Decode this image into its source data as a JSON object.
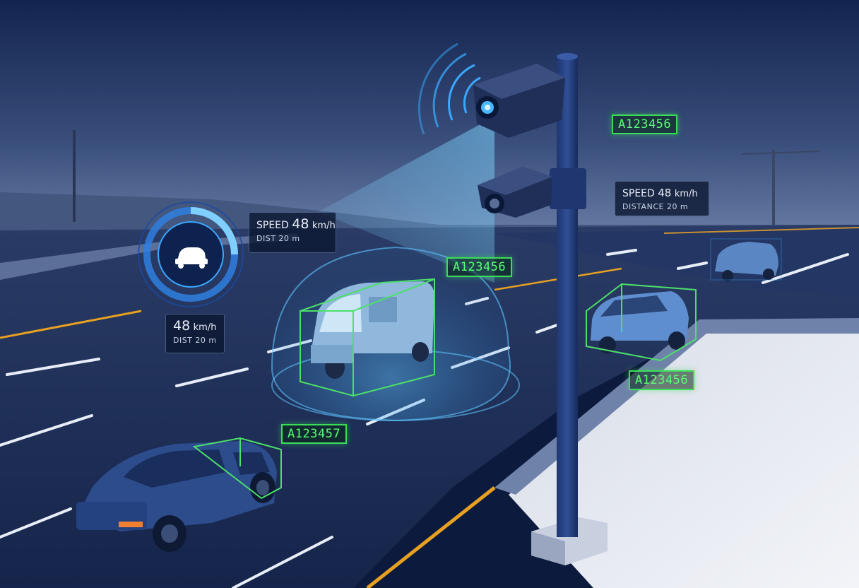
{
  "hud": {
    "left_panel": {
      "speed_label": "SPEED",
      "speed_value": "48",
      "speed_unit": "km/h",
      "dist_text": "DIST 20 m"
    },
    "left_small_panel": {
      "speed_value": "48",
      "speed_unit": "km/h",
      "dist_text": "DIST 20 m"
    },
    "right_panel": {
      "speed_label": "SPEED",
      "speed_value": "48",
      "speed_unit": "km/h",
      "distance_text": "DISTANCE 20 m"
    }
  },
  "plates": {
    "van": "A123456",
    "pole_top": "A123456",
    "right_car": "A123456",
    "front_car": "A123457"
  },
  "icons": {
    "radar_ring": "car-radar-icon",
    "camera": "traffic-camera-icon"
  },
  "colors": {
    "sky_top": "#13244f",
    "road": "#1a2b55",
    "hud_blue": "#3aa8ff",
    "plate_green": "#3cdc5a",
    "lane_yellow": "#e8a020"
  }
}
